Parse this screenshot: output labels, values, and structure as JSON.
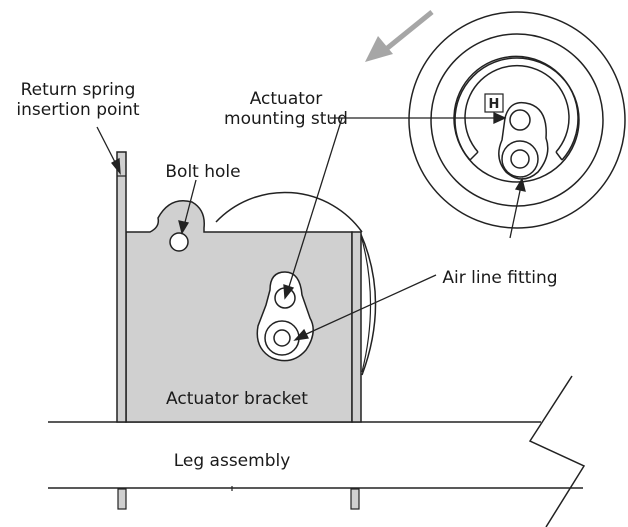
{
  "labels": {
    "return_spring_line1": "Return spring",
    "return_spring_line2": "insertion point",
    "bolt_hole": "Bolt hole",
    "actuator_stud_line1": "Actuator",
    "actuator_stud_line2": "mounting stud",
    "air_line_fitting": "Air line fitting",
    "actuator_bracket": "Actuator bracket",
    "leg_assembly": "Leg assembly",
    "h_mark": "H"
  },
  "colors": {
    "bracket_fill": "#d0d0d0",
    "line": "#222222",
    "arrow": "#a6a6a6",
    "background": "#ffffff"
  }
}
